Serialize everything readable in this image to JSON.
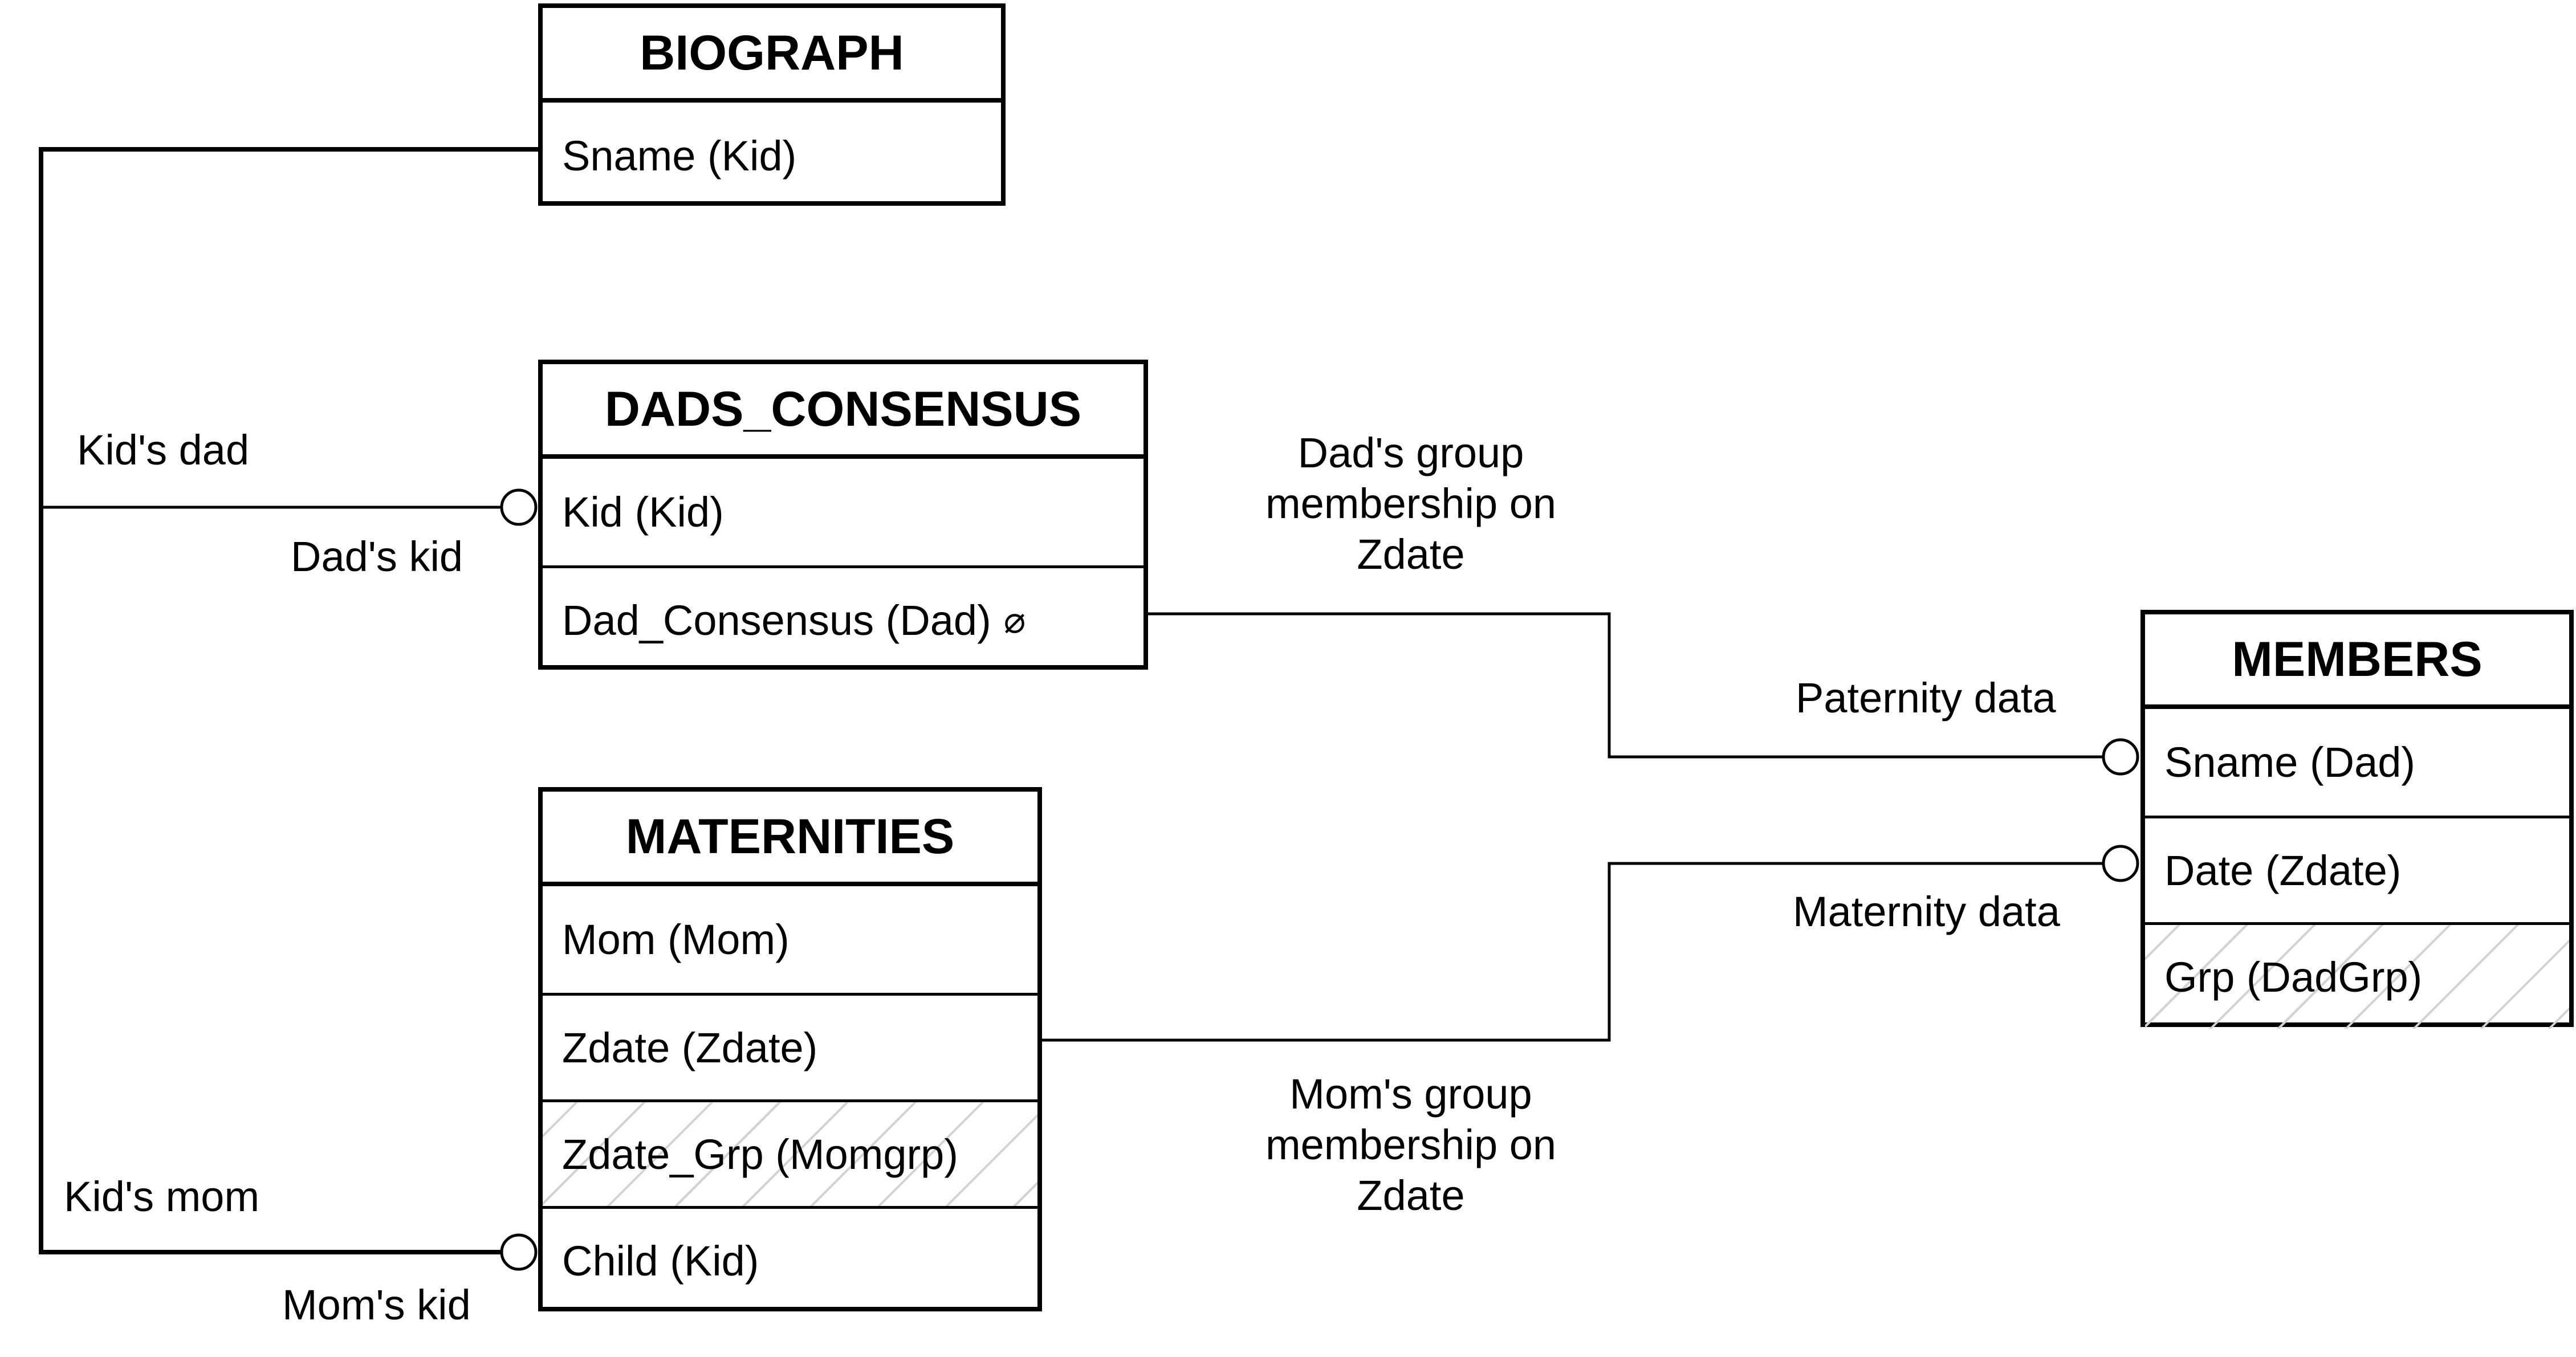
{
  "diagram": {
    "entities": {
      "biograph": {
        "title": "BIOGRAPH",
        "rows": [
          {
            "label": "Sname (Kid)"
          }
        ]
      },
      "dads_consensus": {
        "title": "DADS_CONSENSUS",
        "rows": [
          {
            "label": "Kid (Kid)"
          },
          {
            "label": "Dad_Consensus (Dad)"
          }
        ],
        "nullable_symbol": "⌀"
      },
      "maternities": {
        "title": "MATERNITIES",
        "rows": [
          {
            "label": "Mom (Mom)"
          },
          {
            "label": "Zdate (Zdate)"
          },
          {
            "label": "Zdate_Grp (Momgrp)"
          },
          {
            "label": "Child (Kid)"
          }
        ]
      },
      "members": {
        "title": "MEMBERS",
        "rows": [
          {
            "label": "Sname (Dad)"
          },
          {
            "label": "Date (Zdate)"
          },
          {
            "label": "Grp (DadGrp)"
          }
        ]
      }
    },
    "relationship_labels": {
      "kids_dad": "Kid's dad",
      "dads_kid": "Dad's kid",
      "kids_mom": "Kid's mom",
      "moms_kid": "Mom's kid",
      "dads_group_membership": "Dad's group\nmembership on\nZdate",
      "moms_group_membership": "Mom's group\nmembership on\nZdate",
      "paternity_data": "Paternity data",
      "maternity_data": "Maternity data"
    }
  }
}
